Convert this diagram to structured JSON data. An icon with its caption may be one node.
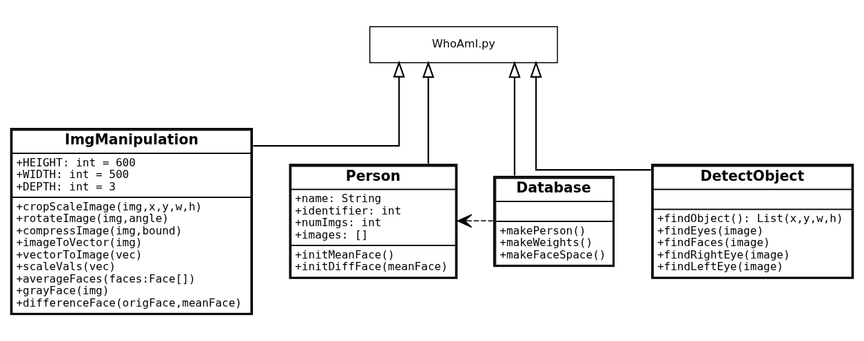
{
  "diagram": {
    "nodes": [
      {
        "text": [
          "WhoAmI.py"
        ]
      },
      {
        "text": [
          "ImgManipulation",
          "+HEIGHT: int = 600",
          "+WIDTH: int = 500",
          "+DEPTH: int = 3",
          "+cropScaleImage(img,x,y,w,h)",
          "+rotateImage(img,angle)",
          "+compressImage(img,bound)",
          "+imageToVector(img)",
          "+vectorToImage(vec)",
          "+scaleVals(vec)",
          "+averageFaces(faces:Face[])",
          "+grayFace(img)",
          "+differenceFace(origFace,meanFace)"
        ]
      },
      {
        "text": [
          "Person",
          "+name: String",
          "+identifier: int",
          "+numImgs: int",
          "+images: []",
          "+initMeanFace()",
          "+initDiffFace(meanFace)"
        ]
      },
      {
        "text": [
          "Database",
          "+makePerson()",
          "+makeWeights()",
          "+makeFaceSpace()"
        ]
      },
      {
        "text": [
          "DetectObject",
          "+findObject(): List(x,y,w,h)",
          "+findEyes(image)",
          "+findFaces(image)",
          "+findRightEye(image)",
          "+findLeftEye(image)"
        ]
      }
    ],
    "edges": [
      {
        "from": 1,
        "to": 0,
        "arrow": "to"
      },
      {
        "from": 2,
        "to": 0,
        "arrow": "to"
      },
      {
        "from": 3,
        "to": 0,
        "arrow": "to"
      },
      {
        "from": 4,
        "to": 0,
        "arrow": "to"
      },
      {
        "from": 3,
        "to": 2,
        "arrow": "to",
        "style": "dashed"
      }
    ]
  }
}
